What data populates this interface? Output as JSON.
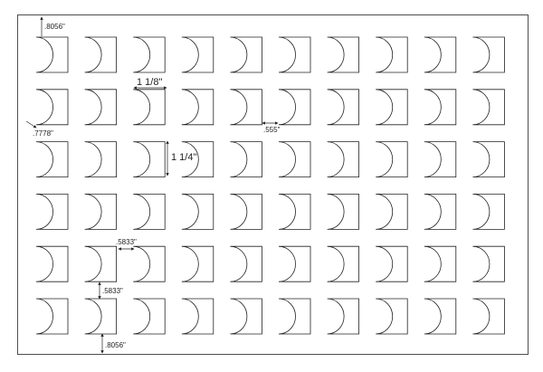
{
  "title": "",
  "colors": {
    "line": "#222222",
    "background": "#ffffff"
  },
  "grid": {
    "rows": 6,
    "cols": 10,
    "piece_shape": "square-with-semicircle-cutout"
  },
  "dimensions": {
    "top_margin": ".8056\"",
    "piece_width": "1 1/8\"",
    "side_margin": ".7778\"",
    "column_gap": ".555\"",
    "piece_height": "1 1/4\"",
    "gap_horizontal": ".5833\"",
    "gap_vertical": ".5833\"",
    "bottom_margin": ".8056\""
  }
}
